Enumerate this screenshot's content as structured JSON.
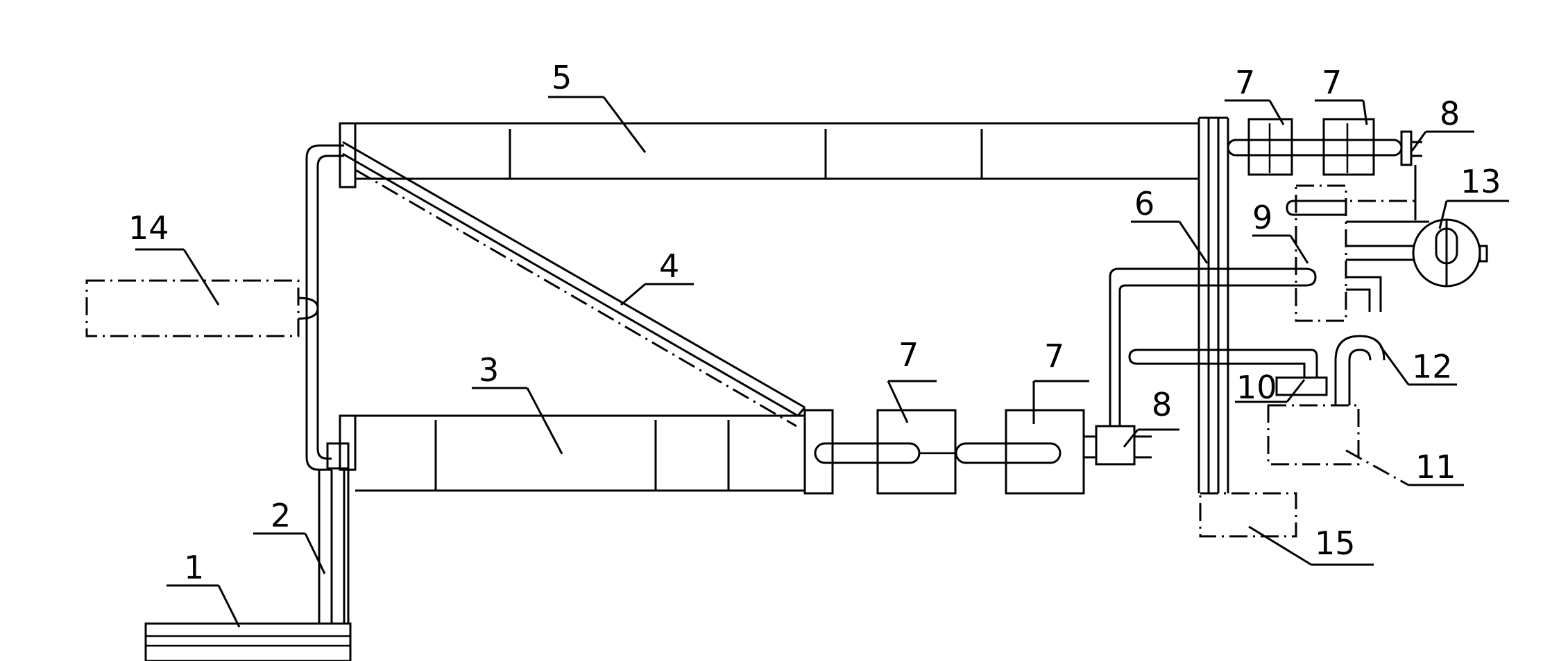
{
  "labels": {
    "l1": "1",
    "l2": "2",
    "l3": "3",
    "l4": "4",
    "l5": "5",
    "l6": "6",
    "l7a": "7",
    "l7b": "7",
    "l7c": "7",
    "l7d": "7",
    "l8a": "8",
    "l8b": "8",
    "l9": "9",
    "l10": "10",
    "l11": "11",
    "l12": "12",
    "l13": "13",
    "l14": "14",
    "l15": "15"
  }
}
